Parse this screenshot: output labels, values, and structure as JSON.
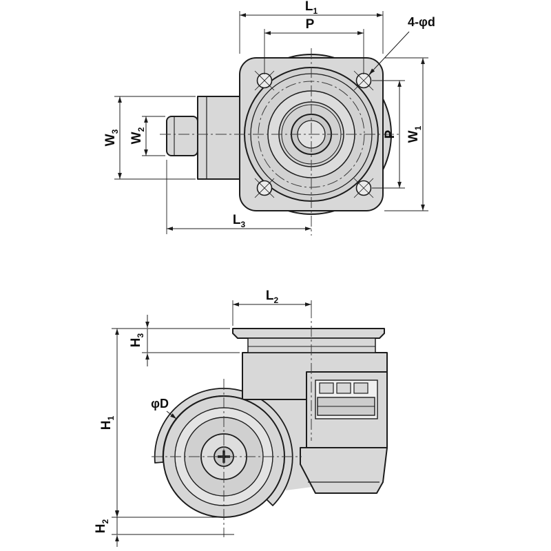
{
  "drawing": {
    "background": "#ffffff",
    "line_color": "#1c1c1c",
    "fill_light": "#d8d8d8",
    "fill_mid": "#cfcfcf"
  },
  "top_view": {
    "labels": {
      "l1_main": "L",
      "l1_sub": "1",
      "p_top": "P",
      "bolt_callout": "4-φd",
      "w3_main": "W",
      "w3_sub": "3",
      "w2_main": "W",
      "w2_sub": "2",
      "p_right": "P",
      "w1_main": "W",
      "w1_sub": "1",
      "l3_main": "L",
      "l3_sub": "3"
    }
  },
  "side_view": {
    "labels": {
      "l2_main": "L",
      "l2_sub": "2",
      "h3_main": "H",
      "h3_sub": "3",
      "h1_main": "H",
      "h1_sub": "1",
      "h2_main": "H",
      "h2_sub": "2",
      "wheel_dia": "φD"
    }
  }
}
